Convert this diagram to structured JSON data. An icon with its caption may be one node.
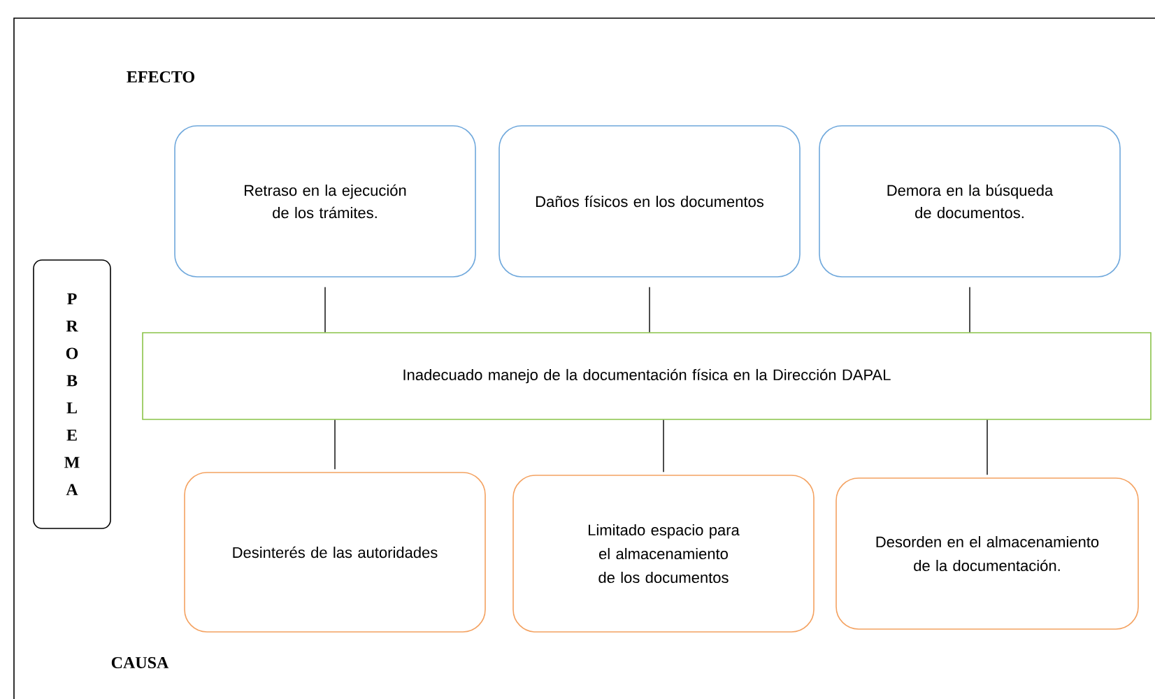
{
  "diagram": {
    "nodes": [
      {
        "text": [
          "Retraso en la ejecución de los trámites."
        ]
      },
      {
        "text": [
          "Daños físicos en los documentos"
        ]
      },
      {
        "text": [
          "Demora en la búsqueda de documentos."
        ]
      },
      {
        "text": [
          "Inadecuado manejo de la documentación física en la Dirección DAPAL"
        ]
      },
      {
        "text": [
          "Desinterés de las autoridades"
        ]
      },
      {
        "text": [
          "Limitado espacio para el almacenamiento de los documentos"
        ]
      },
      {
        "text": [
          "Desorden en el almacenamiento de la documentación."
        ]
      },
      {
        "text": [
          "P R O B L E M A"
        ]
      }
    ],
    "edges": [
      {
        "from": 0,
        "to": 3,
        "arrow": "none"
      },
      {
        "from": 1,
        "to": 3,
        "arrow": "none"
      },
      {
        "from": 2,
        "to": 3,
        "arrow": "none"
      },
      {
        "from": 3,
        "to": 4,
        "arrow": "none"
      },
      {
        "from": 3,
        "to": 5,
        "arrow": "none"
      },
      {
        "from": 3,
        "to": 6,
        "arrow": "none"
      }
    ],
    "labels": [
      "EFECTO",
      "CAUSA"
    ]
  }
}
